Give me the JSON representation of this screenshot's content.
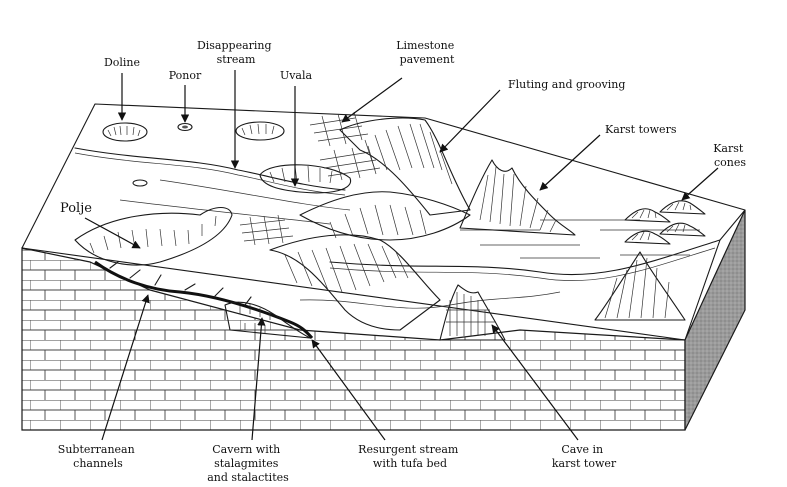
{
  "labels": {
    "doline": "Doline",
    "ponor": "Ponor",
    "disappearing_stream": [
      "Disappearing",
      "stream"
    ],
    "uvala": "Uvala",
    "limestone_pavement": [
      "Limestone",
      "pavement"
    ],
    "fluting_grooving": "Fluting and grooving",
    "karst_towers": "Karst towers",
    "karst_cones": [
      "Karst",
      "cones"
    ],
    "polje": "Polje",
    "subterranean_channels": [
      "Subterranean",
      "channels"
    ],
    "cavern": [
      "Cavern with",
      "stalagmites",
      "and stalactites"
    ],
    "resurgent_stream": [
      "Resurgent stream",
      "with tufa bed"
    ],
    "cave_in_tower": [
      "Cave in",
      "karst tower"
    ]
  }
}
